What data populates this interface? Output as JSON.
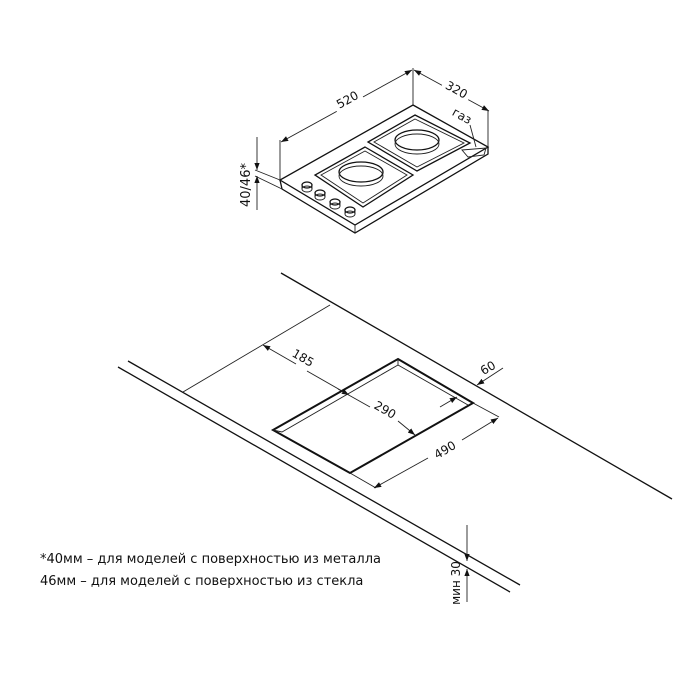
{
  "hob": {
    "width_label": "520",
    "depth_label": "320",
    "height_label": "40/46*",
    "gas_label": "газ"
  },
  "cutout": {
    "offset_back_label": "185",
    "depth_label": "290",
    "width_label": "490",
    "offset_side_label": "60",
    "min_thickness_label": "мин 30"
  },
  "notes": [
    "*40мм – для моделей  с поверхностью  из металла",
    "46мм – для моделей  с поверхностью  из стекла"
  ]
}
